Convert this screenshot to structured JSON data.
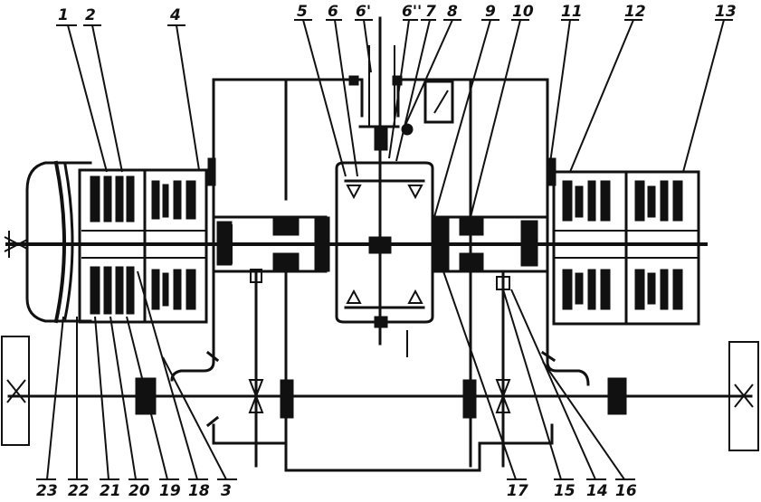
{
  "labels": {
    "l1": "1",
    "l2": "2",
    "l4": "4",
    "l5": "5",
    "l6": "6",
    "l6p": "6'",
    "l6pp": "6''",
    "l7": "7",
    "l8": "8",
    "l9": "9",
    "l10": "10",
    "l11": "11",
    "l12": "12",
    "l13": "13",
    "l23": "23",
    "l22": "22",
    "l21": "21",
    "l20": "20",
    "l19": "19",
    "l18": "18",
    "l3": "3",
    "l17": "17",
    "l15": "15",
    "l14": "14",
    "l16": "16"
  }
}
